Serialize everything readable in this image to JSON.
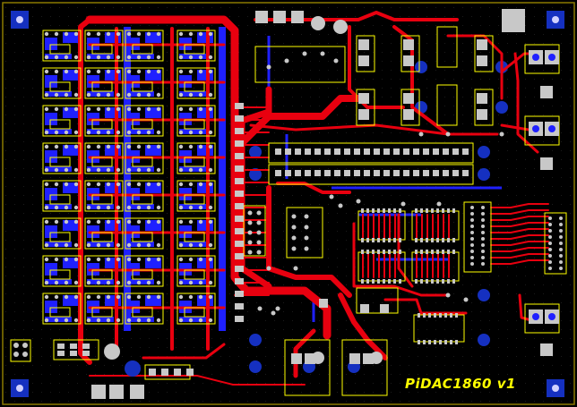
{
  "board": {
    "silkscreen_label": "PiDAC1860 v1"
  },
  "colors": {
    "background": "#000000",
    "grid_dot": "#1b1b1b",
    "top_copper": "#e8000f",
    "bottom_copper": "#1f20ff",
    "silkscreen": "#ffff00",
    "pad": "#c8c8c8",
    "via_ring": "#1530c0",
    "outline": "#8a7a00"
  },
  "components": {
    "resistor_array_rows": 8,
    "resistor_array_cols": 4,
    "dip_ic_count": 4,
    "mounting_holes": 4
  }
}
